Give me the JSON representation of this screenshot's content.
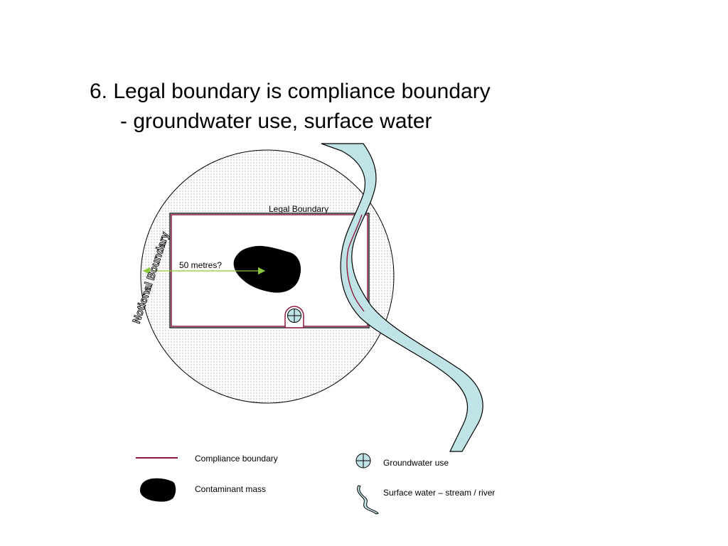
{
  "title": {
    "line1": "6. Legal boundary is compliance boundary",
    "line2": "- groundwater use, surface water"
  },
  "diagram": {
    "notional_boundary_label": "Notional Boundary",
    "legal_boundary_label": "Legal Boundary",
    "distance_label": "50 metres?"
  },
  "legend": {
    "compliance_boundary": "Compliance boundary",
    "contaminant_mass": "Contaminant mass",
    "groundwater_use": "Groundwater use",
    "surface_water": "Surface water –  stream / river"
  },
  "colors": {
    "compliance_boundary": "#8b1a3a",
    "surface_water": "#bfe3e6",
    "arrow": "#8dc63f",
    "contaminant": "#000000"
  }
}
